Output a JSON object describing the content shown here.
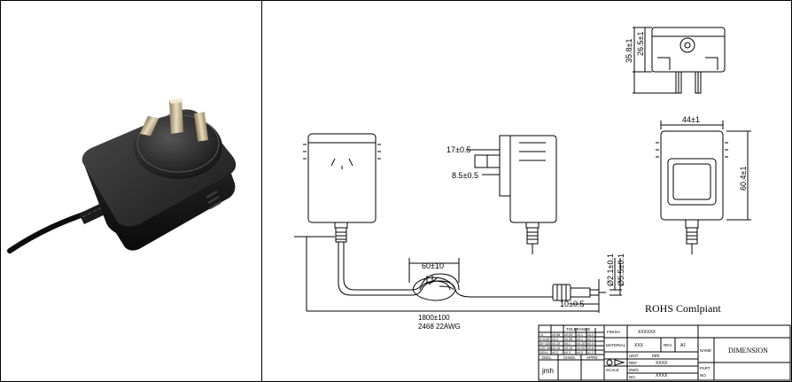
{
  "drawing": {
    "rohs": "ROHS Comlpiant",
    "dims": {
      "height_total": "35.8±1",
      "height_body": "26.5±1",
      "width": "44±1",
      "length": "60.4±1",
      "pin_len1": "17±0.5",
      "pin_len2": "8.5±0.5",
      "coil": "60±10",
      "plug_len": "10±0.5",
      "plug_id": "Ø2.1±0.1",
      "plug_od": "Ø5.5±0.1",
      "cable_len": "1800±100",
      "cable_spec": "2468  22AWG"
    },
    "title_block": {
      "tolerance_label": "TOLERANCE",
      "tol_rows": [
        [
          "<4",
          "±0.08",
          "±0.05",
          "±0.1",
          "±0.2"
        ],
        [
          "4~6.00",
          "±0.1",
          "±0.08",
          "±0.1",
          "±0.3"
        ],
        [
          "30~120",
          "±0.15",
          "±0.1",
          "±0.15",
          "±0.5"
        ],
        [
          "120~400",
          "±0.15",
          "±0.15",
          "±0.25",
          "±0.8"
        ],
        [
          "400<L",
          "±0.2",
          "±0.3",
          "±0.5",
          "±1.2"
        ]
      ],
      "dsg_label": "DSG.",
      "chkd_label": "CHKD.",
      "appd_label": "APPD.",
      "designer": "jmh",
      "finish_label": "FINISH",
      "finish_value": "XXXXXX",
      "material_label": "MATERIAL",
      "material_value": "XXX",
      "rev_label": "REV.",
      "rev_value": "A1",
      "unit_label": "UNIT",
      "unit_value": "mm",
      "scale_label": "SCALE",
      "ref_label": "REF.",
      "ref_value": "XXXX",
      "dwg_label": "DWG",
      "no_label": "NO.",
      "no_value": "XXXX",
      "name_label": "NAME",
      "name_value": "DIMENSION",
      "part_label": "PART",
      "part_no_label": "NO."
    }
  }
}
